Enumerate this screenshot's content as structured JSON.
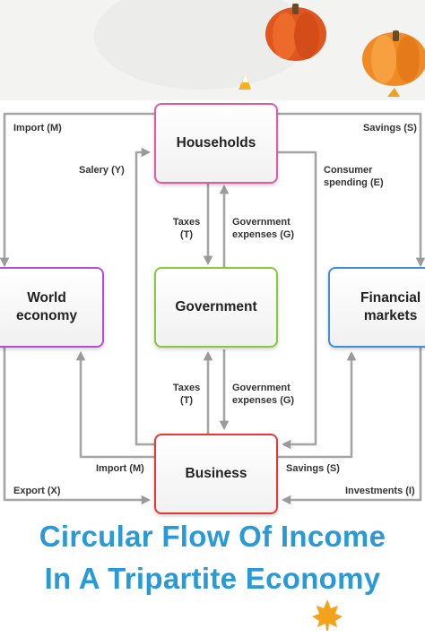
{
  "nodes": {
    "households": "Households",
    "world_line1": "World",
    "world_line2": "economy",
    "government": "Government",
    "financial_line1": "Financial",
    "financial_line2": "markets",
    "business": "Business"
  },
  "flows": {
    "import_top": "Import (M)",
    "savings_top": "Savings (S)",
    "salery": "Salery (Y)",
    "consumer_line1": "Consumer",
    "consumer_line2": "spending (E)",
    "taxes_top_line1": "Taxes",
    "taxes_top_line2": "(T)",
    "gov_exp_top_line1": "Government",
    "gov_exp_top_line2": "expenses (G)",
    "taxes_bottom_line1": "Taxes",
    "taxes_bottom_line2": "(T)",
    "gov_exp_bottom_line1": "Government",
    "gov_exp_bottom_line2": "expenses (G)",
    "import_bottom": "Import (M)",
    "savings_bottom": "Savings (S)",
    "export": "Export (X)",
    "investments": "Investments (I)"
  },
  "title": {
    "line1": "Circular Flow Of Income",
    "line2": "In A Tripartite Economy"
  },
  "colors": {
    "households_border": "#e45a9e",
    "world_border": "#b24fd6",
    "government_border": "#8bc63f",
    "financial_border": "#3d8fd9",
    "business_border": "#e53935",
    "arrow": "#9a9a9a",
    "title": "#2a9ad6"
  }
}
